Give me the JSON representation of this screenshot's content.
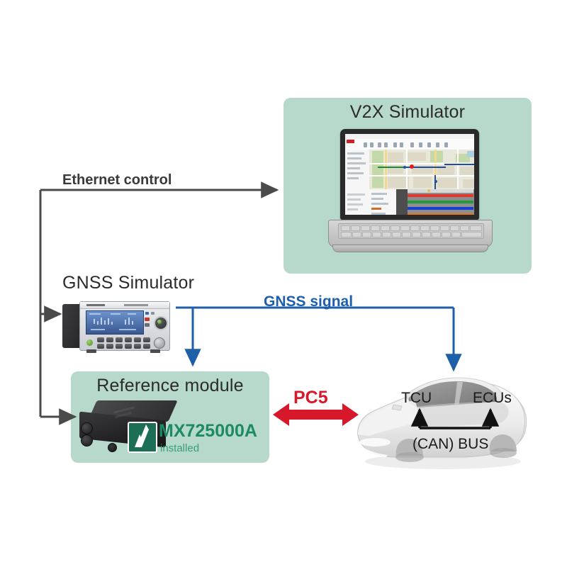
{
  "diagram": {
    "title": "V2X test setup block diagram",
    "background": "#ffffff",
    "panel_color": "#b6d9cb",
    "ethernet_line_color": "#4a4a4a",
    "gnss_line_color": "#1d5fa8",
    "pc5_color": "#d7182a"
  },
  "v2x_panel": {
    "title": "V2X Simulator",
    "device": "laptop-pc",
    "screen": {
      "app_region": "map-view",
      "timeline_bars": [
        "#e03a2f",
        "#1f9b3c",
        "#1a3fd0",
        "#e8751a"
      ]
    }
  },
  "gnss_simulator": {
    "title": "GNSS Simulator",
    "device": "bench-instrument"
  },
  "reference_module": {
    "title": "Reference module",
    "device": "black-module-box",
    "badge": {
      "product": "MX725000A",
      "status": "installed",
      "logo": "anritsu-slash-logo"
    }
  },
  "connections": {
    "ethernet": {
      "label": "Ethernet control",
      "color": "#4a4a4a",
      "targets": [
        "v2x-simulator",
        "gnss-simulator",
        "reference-module"
      ]
    },
    "gnss_signal": {
      "label": "GNSS signal",
      "color": "#1d5fa8",
      "targets": [
        "reference-module",
        "vehicle"
      ]
    },
    "pc5": {
      "label": "PC5",
      "color": "#d7182a",
      "direction": "bidirectional",
      "between": [
        "reference-module",
        "vehicle"
      ]
    }
  },
  "vehicle": {
    "name": "test-vehicle",
    "nodes": [
      {
        "label": "TCU"
      },
      {
        "label": "ECUs"
      }
    ],
    "bus_label": "(CAN) BUS"
  }
}
